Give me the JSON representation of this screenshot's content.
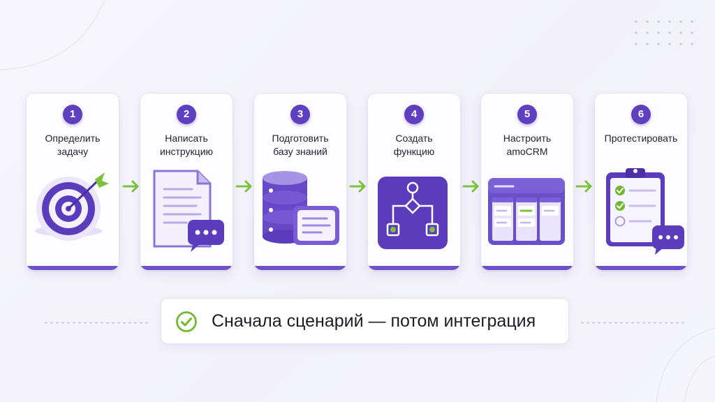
{
  "steps": [
    {
      "number": "1",
      "title_lines": [
        "Определить",
        "задачу"
      ],
      "illustration": "target-icon"
    },
    {
      "number": "2",
      "title_lines": [
        "Написать",
        "инструкцию"
      ],
      "illustration": "document-chat-icon"
    },
    {
      "number": "3",
      "title_lines": [
        "Подготовить",
        "базу знаний"
      ],
      "illustration": "database-icon"
    },
    {
      "number": "4",
      "title_lines": [
        "Создать",
        "функцию"
      ],
      "illustration": "flowchart-icon"
    },
    {
      "number": "5",
      "title_lines": [
        "Настроить",
        "amoCRM"
      ],
      "illustration": "kanban-board-icon"
    },
    {
      "number": "6",
      "title_lines": [
        "Протестировать"
      ],
      "illustration": "checklist-clipboard-icon"
    }
  ],
  "banner": {
    "text": "Сначала сценарий — потом интеграция",
    "icon": "check-circle-icon"
  },
  "colors": {
    "accent": "#5e3fc0",
    "arrow": "#7cc33a",
    "check": "#72b82e"
  }
}
